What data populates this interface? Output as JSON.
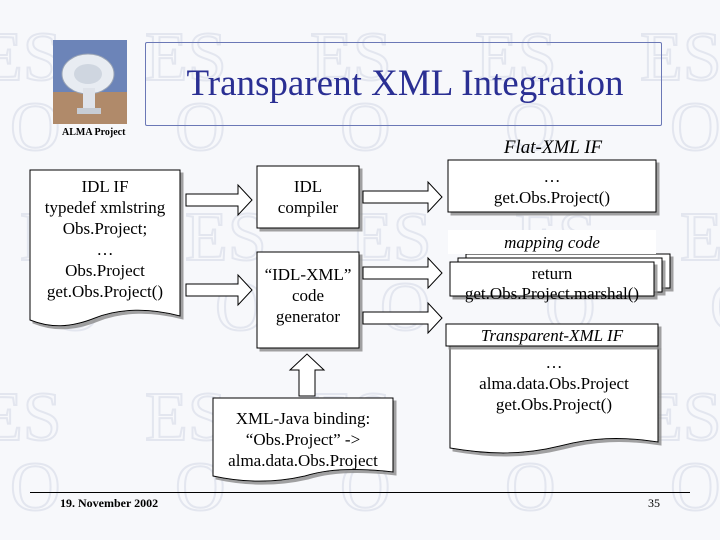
{
  "slide": {
    "title": "Transparent XML Integration",
    "project": "ALMA Project",
    "footer_date": "19. November 2002",
    "page_number": "35",
    "watermark_letters": "ESO"
  },
  "diagram": {
    "idl_if": {
      "lines": [
        "IDL IF",
        "typedef xmlstring",
        "Obs.Project;",
        "…",
        "Obs.Project",
        "get.Obs.Project()"
      ]
    },
    "idl_compiler": {
      "lines": [
        "IDL",
        "compiler"
      ]
    },
    "generator": {
      "lines": [
        "“IDL-XML”",
        "code",
        "generator"
      ]
    },
    "binding": {
      "lines": [
        "XML-Java binding:",
        "“Obs.Project” ->",
        "alma.data.Obs.Project"
      ]
    },
    "flat_xml": {
      "label": "Flat-XML IF",
      "lines": [
        "…",
        "get.Obs.Project()"
      ]
    },
    "mapping": {
      "label": "mapping code",
      "lines": [
        "return",
        "get.Obs.Project.marshal()"
      ]
    },
    "transparent_xml": {
      "label": "Transparent-XML IF",
      "lines": [
        "…",
        "alma.data.Obs.Project",
        "get.Obs.Project()"
      ]
    }
  },
  "colors": {
    "title": "#2a2f93",
    "frame": "#6b78b6",
    "shape_fill": "#ffffff",
    "background": "#f7f8fb",
    "watermark": "#e3e6ef"
  }
}
